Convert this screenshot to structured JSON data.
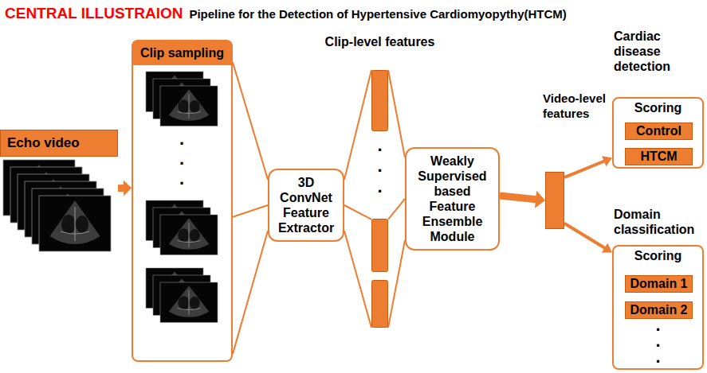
{
  "diagram": {
    "title": "CENTRAL ILLUSTRAION",
    "nodes": [
      {
        "text": [
          "Echo video"
        ]
      },
      {
        "text": [
          "Clip sampling"
        ]
      },
      {
        "text": [
          "3D ConvNet Feature Extractor"
        ]
      },
      {
        "text": [
          "Clip-level features"
        ]
      },
      {
        "text": [
          "Weakly Supervised based Feature Ensemble Module"
        ]
      },
      {
        "text": [
          "Video-level features"
        ]
      },
      {
        "text": [
          "Cardiac disease detection",
          "Scoring"
        ]
      },
      {
        "text": [
          "Control"
        ],
        "in": 6
      },
      {
        "text": [
          "HTCM"
        ],
        "in": 6
      },
      {
        "text": [
          "Domain classification",
          "Scoring"
        ]
      },
      {
        "text": [
          "Domain 1"
        ],
        "in": 9
      },
      {
        "text": [
          "Domain 2"
        ],
        "in": 9
      }
    ],
    "edges": [
      {
        "from": 0,
        "to": 1,
        "arrow": "to"
      },
      {
        "from": 1,
        "to": 2,
        "arrow": "none"
      },
      {
        "from": 2,
        "to": 3,
        "arrow": "none"
      },
      {
        "from": 3,
        "to": 4,
        "arrow": "none"
      },
      {
        "from": 4,
        "to": 5,
        "arrow": "to"
      },
      {
        "from": 5,
        "to": 6,
        "arrow": "to"
      },
      {
        "from": 5,
        "to": 9,
        "arrow": "to"
      }
    ],
    "labels": [
      "Pipeline for the Detection of Hypertensive Cardiomyopythy(HTCM)",
      ".",
      ".",
      ".",
      ".",
      ".",
      ".",
      ".",
      ".",
      "."
    ]
  }
}
